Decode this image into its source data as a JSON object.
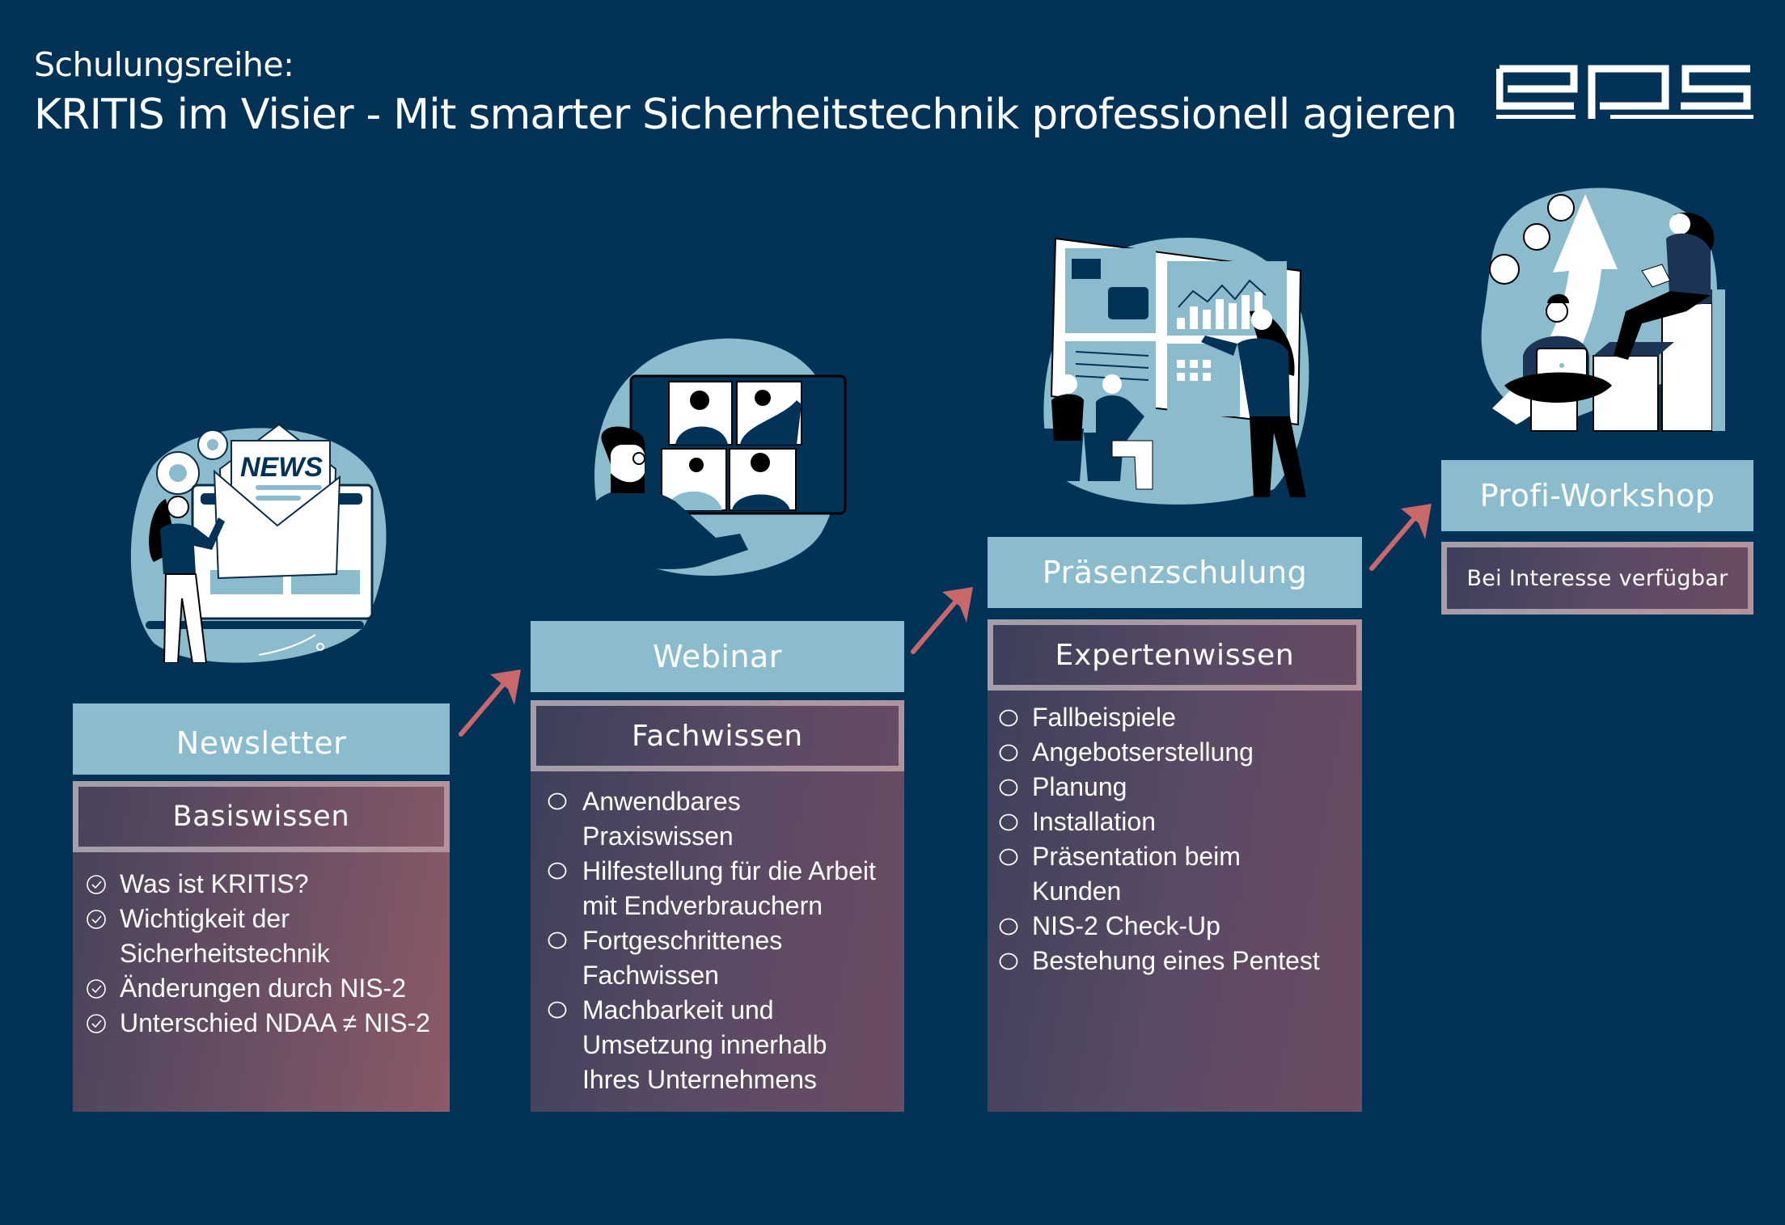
{
  "header": {
    "subtitle": "Schulungsreihe:",
    "title": "KRITIS im Visier - Mit smarter Sicherheitstechnik professionell agieren",
    "logo_text": "eps"
  },
  "colors": {
    "background": "#023356",
    "header_box": "#8bbccd",
    "arrow": "#c9686b",
    "illustration_blob": "#8bbccd",
    "body_gradient_start": "#3c3f5a",
    "body_gradient_end": "#8d5a66"
  },
  "steps": [
    {
      "title": "Newsletter",
      "subtitle": "Basiswissen",
      "bullet_icon": "check-circle-icon",
      "illustration": "newsletter-envelope-illustration",
      "illustration_text": "NEWS",
      "items": [
        "Was ist KRITIS?",
        "Wichtigkeit der Sicherheitstechnik",
        "Änderungen durch NIS-2",
        "Unterschied NDAA ≠ NIS-2"
      ]
    },
    {
      "title": "Webinar",
      "subtitle": "Fachwissen",
      "bullet_icon": "circle-icon",
      "illustration": "video-conference-illustration",
      "items": [
        "Anwendbares Praxiswissen",
        "Hilfestellung für die Arbeit mit Endverbrauchern",
        "Fortgeschrittenes Fachwissen",
        "Machbarkeit und Umsetzung innerhalb Ihres Unternehmens"
      ]
    },
    {
      "title": "Präsenzschulung",
      "subtitle": "Expertenwissen",
      "bullet_icon": "circle-icon",
      "illustration": "presentation-dashboard-illustration",
      "items": [
        "Fallbeispiele",
        "Angebotserstellung",
        "Planung",
        "Installation",
        "Präsentation beim Kunden",
        "NIS-2 Check-Up",
        "Bestehung eines Pentest"
      ]
    },
    {
      "title": "Profi-Workshop",
      "subtitle": "Bei Interesse verfügbar",
      "illustration": "growth-steps-illustration",
      "items": []
    }
  ]
}
